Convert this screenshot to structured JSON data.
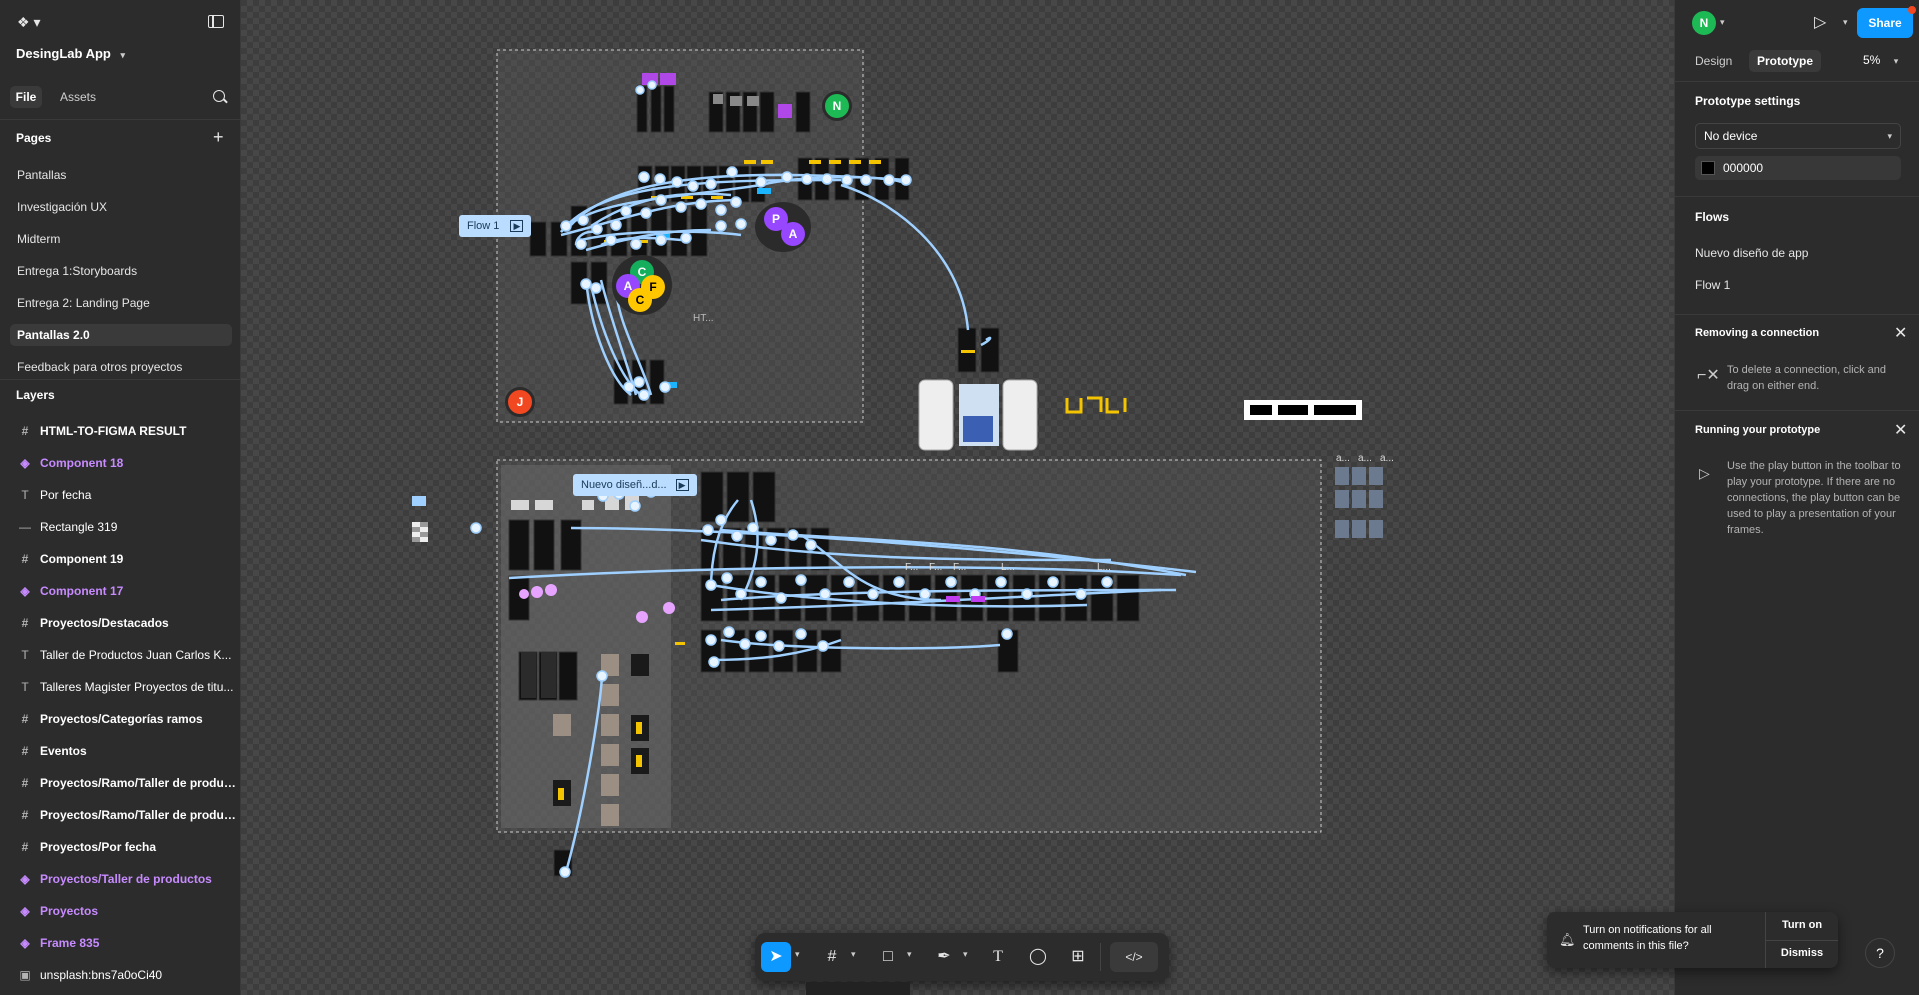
{
  "file": {
    "name": "DesingLab App",
    "tabs": [
      "File",
      "Assets"
    ]
  },
  "pages": {
    "title": "Pages",
    "items": [
      {
        "label": "Pantallas"
      },
      {
        "label": "Investigación UX"
      },
      {
        "label": "Midterm"
      },
      {
        "label": "Entrega 1:Storyboards"
      },
      {
        "label": "Entrega 2: Landing Page"
      },
      {
        "label": "Pantallas 2.0",
        "selected": true
      },
      {
        "label": "Feedback para otros proyectos"
      }
    ]
  },
  "layers": {
    "title": "Layers",
    "items": [
      {
        "label": "HTML-TO-FIGMA RESULT",
        "icon": "frame-icon",
        "style": "bold"
      },
      {
        "label": "Component 18",
        "icon": "component-icon",
        "style": "purple"
      },
      {
        "label": "Por fecha",
        "icon": "text-icon",
        "style": "normal"
      },
      {
        "label": "Rectangle 319",
        "icon": "line-icon",
        "style": "normal"
      },
      {
        "label": "Component 19",
        "icon": "frame-icon",
        "style": "bold"
      },
      {
        "label": "Component 17",
        "icon": "component-icon",
        "style": "purple"
      },
      {
        "label": "Proyectos/Destacados",
        "icon": "frame-icon",
        "style": "bold"
      },
      {
        "label": "Taller de Productos Juan Carlos K...",
        "icon": "text-icon",
        "style": "normal"
      },
      {
        "label": "Talleres Magister Proyectos de titu...",
        "icon": "text-icon",
        "style": "normal"
      },
      {
        "label": "Proyectos/Categorías ramos",
        "icon": "frame-icon",
        "style": "bold"
      },
      {
        "label": "Eventos",
        "icon": "frame-icon",
        "style": "bold"
      },
      {
        "label": "Proyectos/Ramo/Taller de produc...",
        "icon": "frame-icon",
        "style": "bold"
      },
      {
        "label": "Proyectos/Ramo/Taller de produc...",
        "icon": "frame-icon",
        "style": "bold"
      },
      {
        "label": "Proyectos/Por fecha",
        "icon": "frame-icon",
        "style": "bold"
      },
      {
        "label": "Proyectos/Taller de productos",
        "icon": "component-icon",
        "style": "purple"
      },
      {
        "label": "Proyectos",
        "icon": "component-icon",
        "style": "purple"
      },
      {
        "label": "Frame 835",
        "icon": "component-icon",
        "style": "purple"
      },
      {
        "label": "unsplash:bns7a0oCi40",
        "icon": "image-icon",
        "style": "normal"
      }
    ]
  },
  "canvas": {
    "flow1_label": "Flow 1",
    "flow2_label": "Nuevo diseñ...d...",
    "html_label": "HT...",
    "frame_labels": [
      "F...",
      "F...",
      "F...",
      "L...",
      "L...",
      "a...",
      "a...",
      "a..."
    ],
    "collaborators": [
      "N",
      "P",
      "A",
      "C",
      "A",
      "F",
      "C",
      "J"
    ],
    "collab_colors": [
      "#1db954",
      "#9747ff",
      "#9747ff",
      "#14ae5c",
      "#9747ff",
      "#ffc700",
      "#ffc700",
      "#f24822"
    ]
  },
  "topbar": {
    "user_initial": "N",
    "share_label": "Share"
  },
  "right_panel": {
    "tabs": [
      "Design",
      "Prototype"
    ],
    "active_tab": "Prototype",
    "zoom": "5%",
    "prototype_settings_title": "Prototype settings",
    "device": "No device",
    "background_color": "000000",
    "flows_title": "Flows",
    "flows": [
      "Nuevo diseño de app",
      "Flow 1"
    ],
    "tip1_title": "Removing a connection",
    "tip1_text": "To delete a connection, click and drag on either end.",
    "tip2_title": "Running your prototype",
    "tip2_text": "Use the play button in the toolbar to play your prototype. If there are no connections, the play button can be used to play a presentation of your frames."
  },
  "notification": {
    "text": "Turn on notifications for all comments in this file?",
    "turn_on": "Turn on",
    "dismiss": "Dismiss"
  },
  "help_label": "?"
}
